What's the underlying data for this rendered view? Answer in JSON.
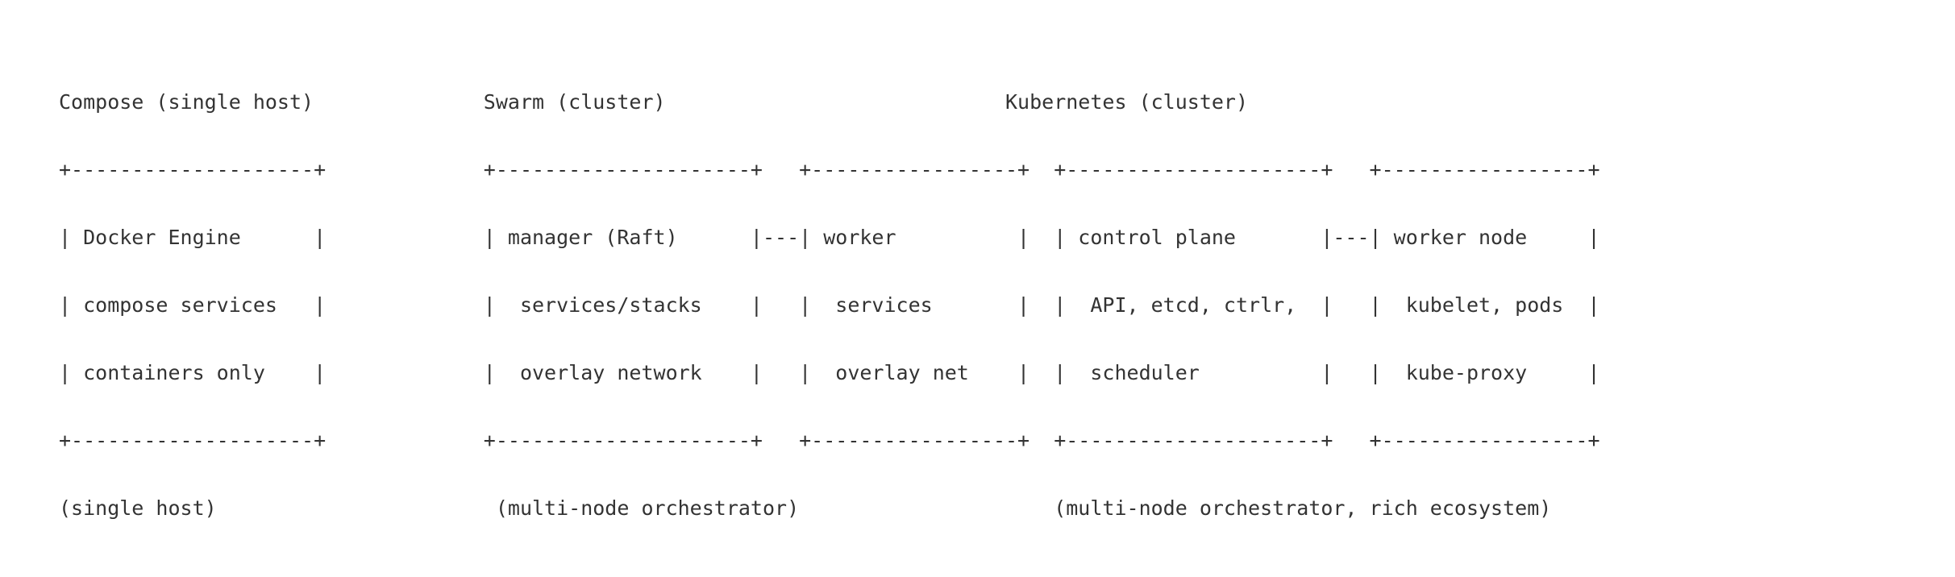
{
  "diagram": {
    "lines": [
      "Compose (single host)              Swarm (cluster)                            Kubernetes (cluster)",
      "+--------------------+             +---------------------+   +-----------------+  +---------------------+   +-----------------+",
      "| Docker Engine      |             | manager (Raft)      |---| worker          |  | control plane       |---| worker node     |",
      "| compose services   |             |  services/stacks    |   |  services       |  |  API, etcd, ctrlr,  |   |  kubelet, pods  |",
      "| containers only    |             |  overlay network    |   |  overlay net    |  |  scheduler          |   |  kube-proxy     |",
      "+--------------------+             +---------------------+   +-----------------+  +---------------------+   +-----------------+",
      "(single host)                       (multi-node orchestrator)                     (multi-node orchestrator, rich ecosystem)"
    ]
  }
}
